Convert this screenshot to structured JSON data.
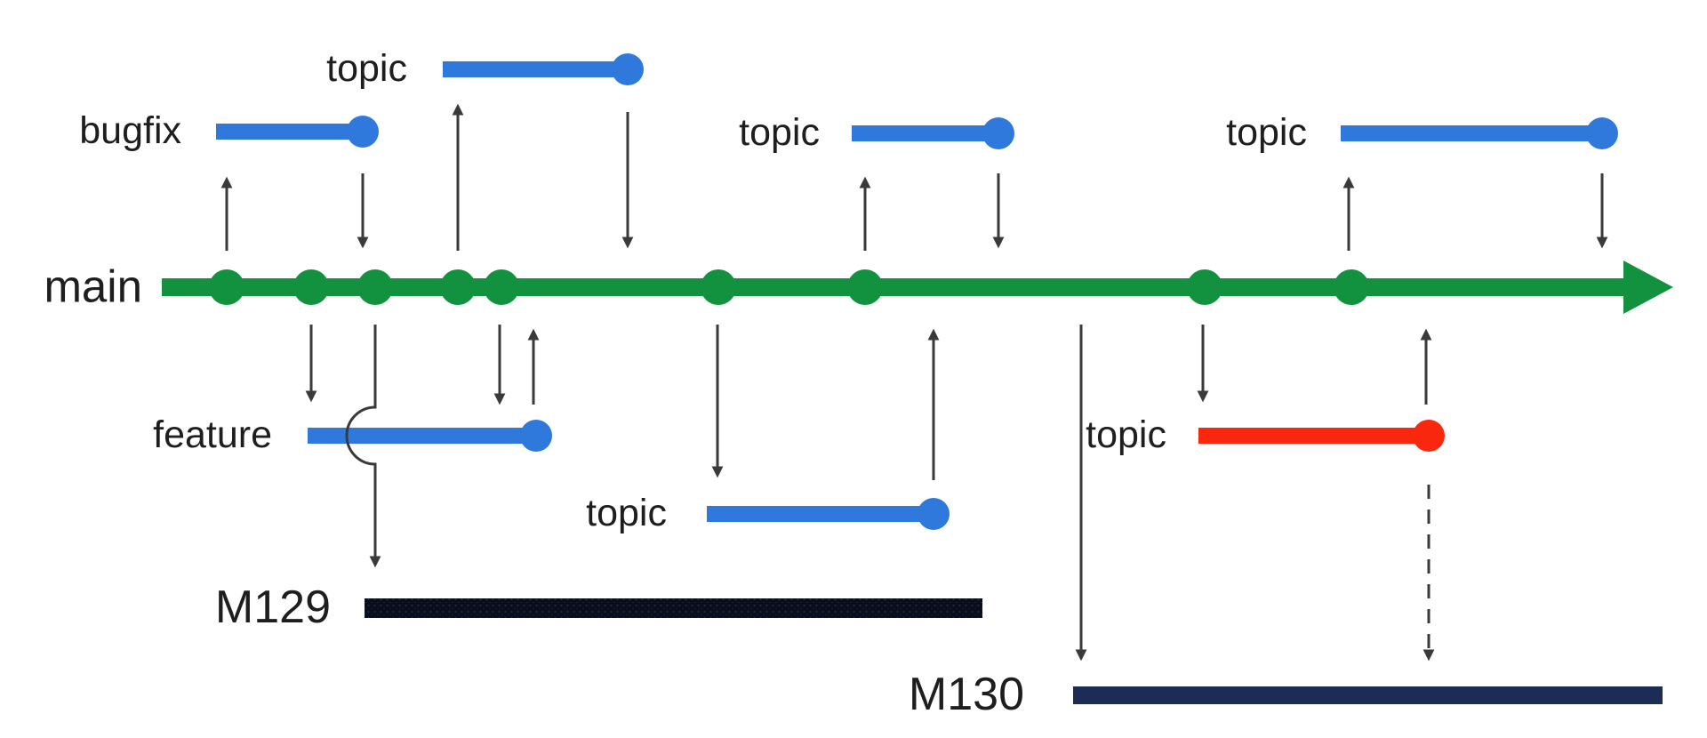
{
  "trunk": {
    "label": "main",
    "color": "#12923f",
    "commit_count": 9
  },
  "branches": [
    {
      "id": "topic-top",
      "label": "topic",
      "color": "#2e79db"
    },
    {
      "id": "bugfix",
      "label": "bugfix",
      "color": "#2e79db"
    },
    {
      "id": "topic-above-center",
      "label": "topic",
      "color": "#2e79db"
    },
    {
      "id": "topic-above-right",
      "label": "topic",
      "color": "#2e79db"
    },
    {
      "id": "feature",
      "label": "feature",
      "color": "#2e79db"
    },
    {
      "id": "topic-below-center",
      "label": "topic",
      "color": "#2e79db"
    },
    {
      "id": "topic-below-right",
      "label": "topic",
      "color": "#f8270e"
    }
  ],
  "milestones": [
    {
      "id": "m129",
      "label": "M129",
      "color": "#0a0e1a"
    },
    {
      "id": "m130",
      "label": "M130",
      "color": "#1b2c55"
    }
  ],
  "connector_color": "#3a3a3a"
}
